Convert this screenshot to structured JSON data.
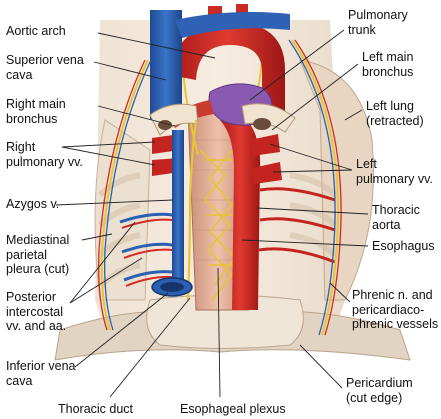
{
  "labels": {
    "aortic_arch": "Aortic arch",
    "superior_vena_cava": "Superior vena\ncava",
    "right_main_bronchus": "Right main\nbronchus",
    "right_pulmonary_vv": "Right\npulmonary vv.",
    "azygos_v": "Azygos v.",
    "mediastinal_parietal_pleura": "Mediastinal\nparietal\npleura (cut)",
    "posterior_intercostal": "Posterior\nintercostal\nvv. and aa.",
    "inferior_vena_cava": "Inferior vena\ncava",
    "thoracic_duct": "Thoracic duct",
    "esophageal_plexus": "Esophageal plexus",
    "pulmonary_trunk": "Pulmonary\ntrunk",
    "left_main_bronchus": "Left main\nbronchus",
    "left_lung": "Left lung\n(retracted)",
    "left_pulmonary_vv": "Left\npulmonary vv.",
    "thoracic_aorta": "Thoracic\naorta",
    "esophagus": "Esophagus",
    "phrenic": "Phrenic n. and\npericardiaco-\nphrenic vessels",
    "pericardium": "Pericardium\n(cut edge)"
  },
  "colors": {
    "artery": "#d42a24",
    "vein": "#2a5fb3",
    "nerve": "#e8c437",
    "esophagus": "#e5b39d",
    "pleura": "#e9dccb",
    "bronchus": "#f0e4d0",
    "pulmonary_trunk": "#8a5ab0",
    "leader": "#222222"
  }
}
